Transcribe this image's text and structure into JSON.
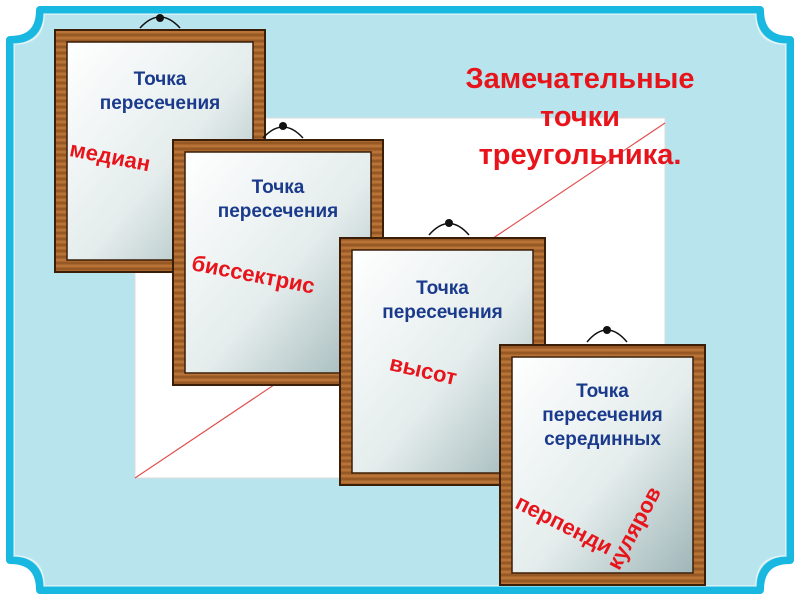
{
  "title": {
    "line1": "Замечательные",
    "line2": "точки",
    "line3": "треугольника."
  },
  "frames": [
    {
      "label_line1": "Точка",
      "label_line2": "пересечения",
      "label_line3": "",
      "red": "медиан"
    },
    {
      "label_line1": "Точка",
      "label_line2": "пересечения",
      "label_line3": "",
      "red": "биссектрис"
    },
    {
      "label_line1": "Точка",
      "label_line2": "пересечения",
      "label_line3": "",
      "red": "высот"
    },
    {
      "label_line1": "Точка",
      "label_line2": "пересечения",
      "label_line3": "серединных",
      "red_part1": "перпенди",
      "red_part2": "куляров"
    }
  ],
  "colors": {
    "background": "#b8e4ee",
    "border": "#18b8e0",
    "wood": "#a0602a",
    "glass": "#dde6e6",
    "blue_text": "#1a3a8c",
    "red_text": "#e8141b"
  }
}
